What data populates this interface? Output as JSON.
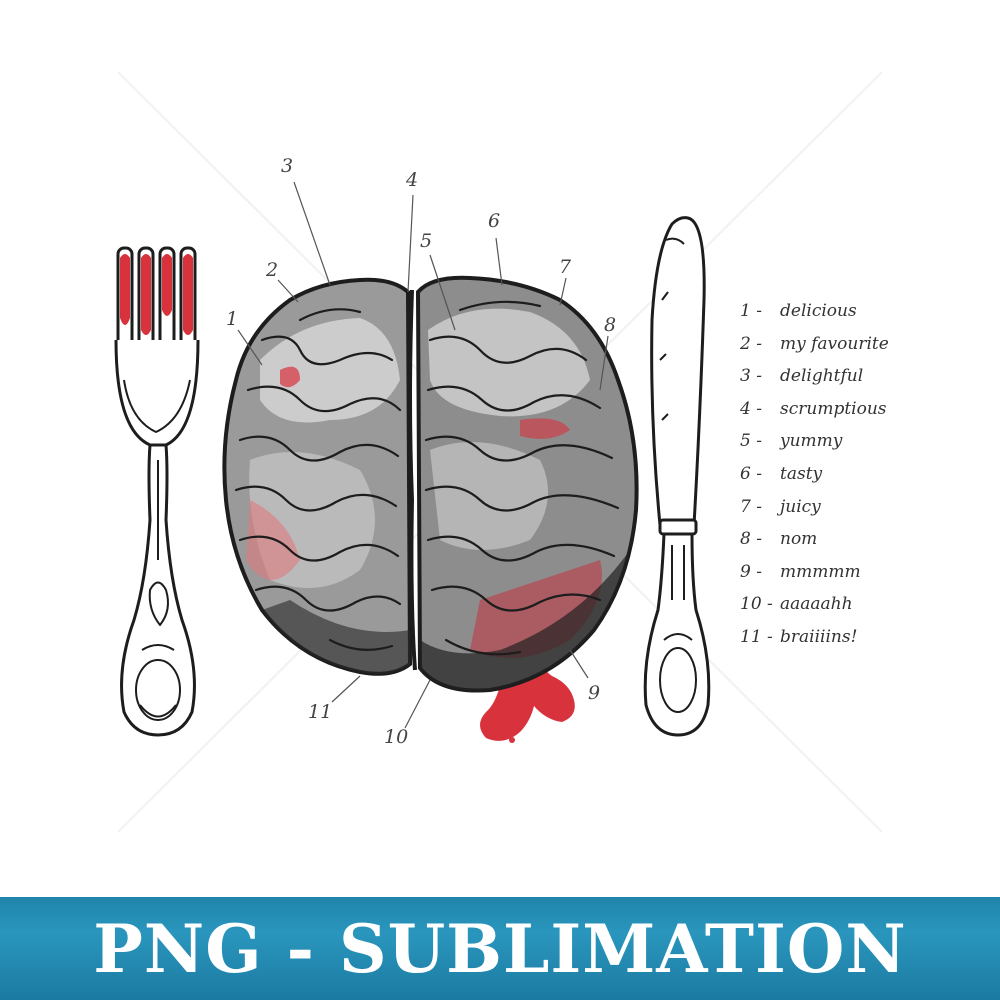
{
  "callouts": [
    {
      "number": "1"
    },
    {
      "number": "2"
    },
    {
      "number": "3"
    },
    {
      "number": "4"
    },
    {
      "number": "5"
    },
    {
      "number": "6"
    },
    {
      "number": "7"
    },
    {
      "number": "8"
    },
    {
      "number": "9"
    },
    {
      "number": "10"
    },
    {
      "number": "11"
    }
  ],
  "legend": [
    {
      "num": "1 -",
      "text": "delicious"
    },
    {
      "num": "2 -",
      "text": "my favourite"
    },
    {
      "num": "3 -",
      "text": "delightful"
    },
    {
      "num": "4 -",
      "text": "scrumptious"
    },
    {
      "num": "5 -",
      "text": "yummy"
    },
    {
      "num": "6 -",
      "text": "tasty"
    },
    {
      "num": "7 -",
      "text": "juicy"
    },
    {
      "num": "8 -",
      "text": "nom"
    },
    {
      "num": "9 -",
      "text": "mmmmm"
    },
    {
      "num": "10 -",
      "text": "aaaaahh"
    },
    {
      "num": "11 -",
      "text": "braiiiins!"
    }
  ],
  "banner": {
    "text": "PNG - SUBLIMATION"
  },
  "colors": {
    "blood": "#d8323d",
    "ink": "#1d1d1d",
    "banner": "#2189b0"
  }
}
